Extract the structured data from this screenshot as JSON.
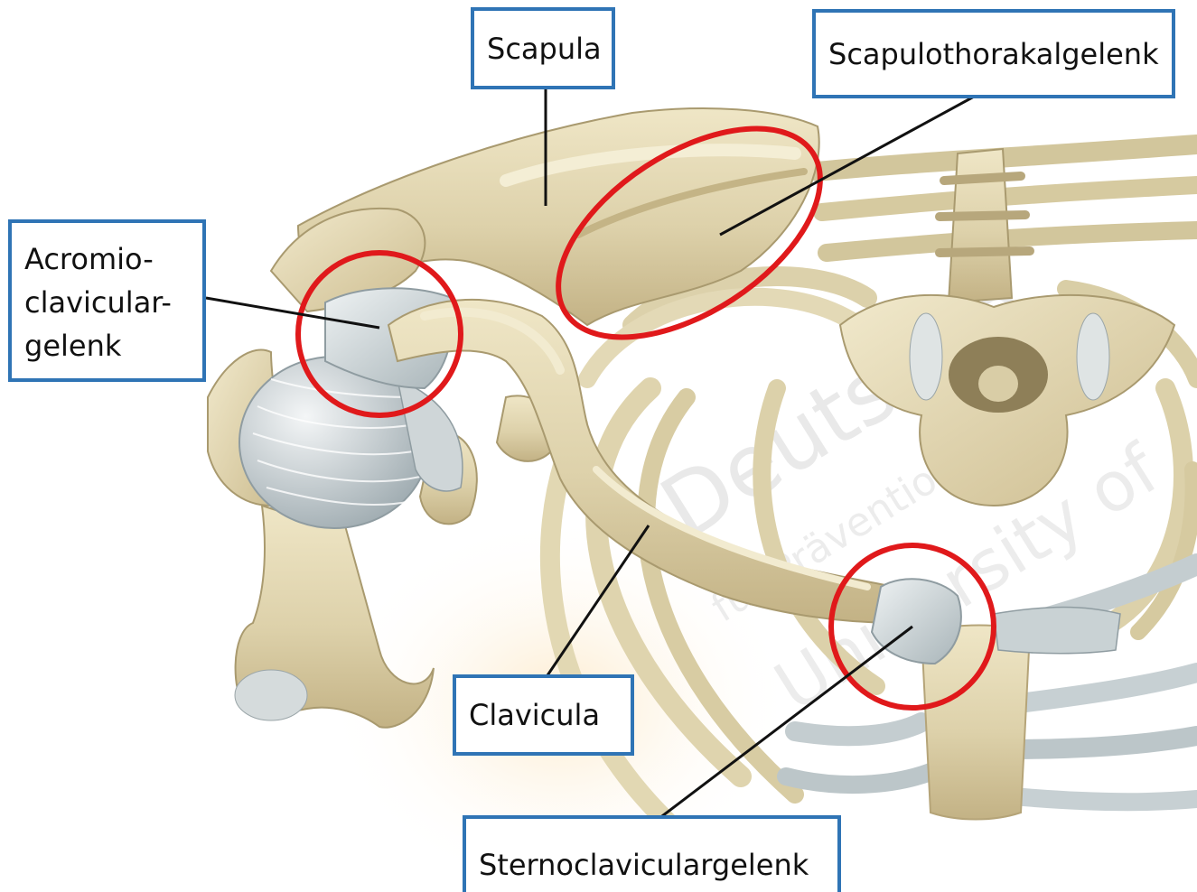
{
  "labels": {
    "scapula": "Scapula",
    "scapulothorakal": "Scapulothorakalgelenk",
    "acromio": [
      "Acromio-",
      "clavicular-",
      "gelenk"
    ],
    "clavicula": "Clavicula",
    "sternoclavicular": "Sternoclaviculargelenk"
  },
  "watermark": {
    "line1": "Deutsche",
    "line2": "für Prävention und",
    "line3": "University of"
  },
  "colors": {
    "box_border": "#2f74b5",
    "highlight_circle": "#e0191b",
    "bone": "#ddd2ad",
    "cartilage": "#c9d2d4",
    "leader_line": "#111111"
  }
}
